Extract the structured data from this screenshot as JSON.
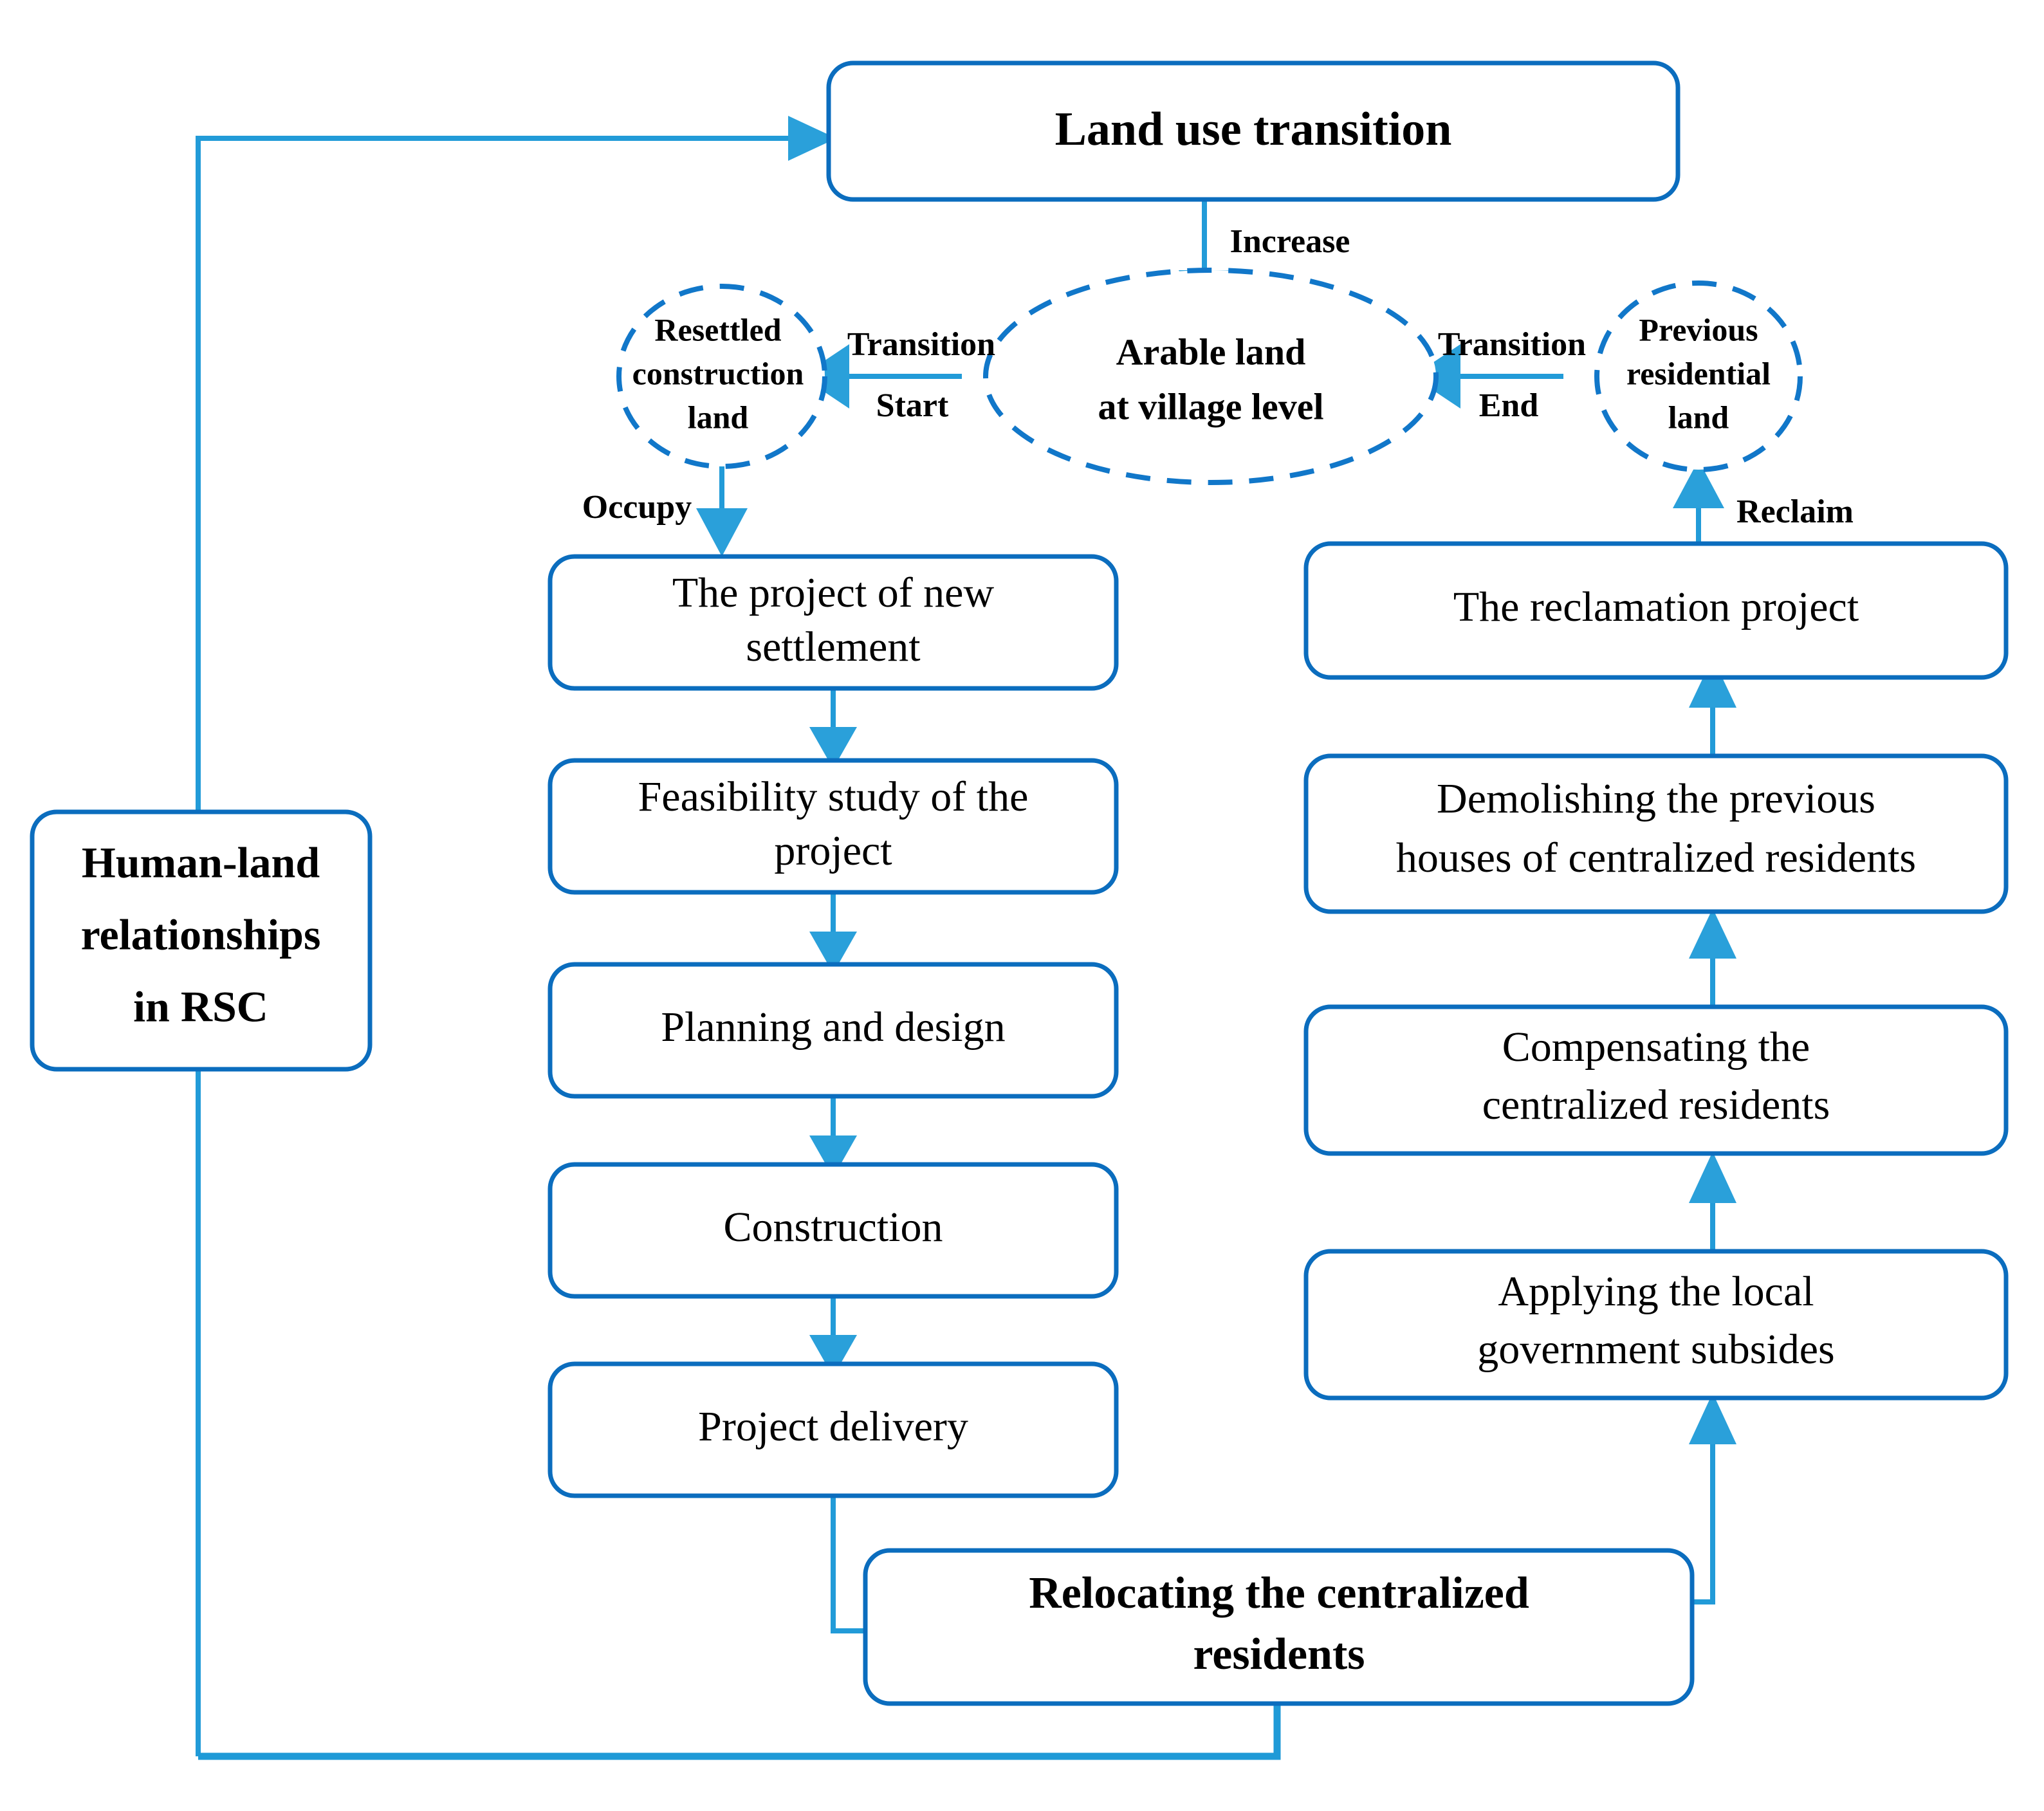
{
  "diagram": {
    "title_node": {
      "label": "Land use transition"
    },
    "side_node": {
      "label_line1": "Human-land",
      "label_line2": "relationships",
      "label_line3": "in RSC"
    },
    "state_nodes": {
      "resettled": {
        "line1": "Resettled",
        "line2": "construction",
        "line3": "land"
      },
      "arable": {
        "line1": "Arable land",
        "line2": "at village level"
      },
      "previous": {
        "line1": "Previous",
        "line2": "residential",
        "line3": "land"
      }
    },
    "edge_labels": {
      "increase": "Increase",
      "transition_start_line1": "Transition",
      "transition_start_line2": "Start",
      "transition_end_line1": "Transition",
      "transition_end_line2": "End",
      "occupy": "Occupy",
      "reclaim": "Reclaim"
    },
    "left_column": [
      {
        "id": "new-settlement",
        "line1": "The project of new",
        "line2": "settlement"
      },
      {
        "id": "feasibility-study",
        "line1": "Feasibility study of the",
        "line2": "project"
      },
      {
        "id": "planning-design",
        "line1": "Planning and design",
        "line2": ""
      },
      {
        "id": "construction",
        "line1": "Construction",
        "line2": ""
      },
      {
        "id": "project-delivery",
        "line1": "Project delivery",
        "line2": ""
      }
    ],
    "right_column": [
      {
        "id": "reclamation-project",
        "line1": "The reclamation project",
        "line2": ""
      },
      {
        "id": "demolishing-houses",
        "line1": "Demolishing the previous",
        "line2": "houses of centralized residents"
      },
      {
        "id": "compensating-residents",
        "line1": "Compensating the",
        "line2": "centralized residents"
      },
      {
        "id": "applying-subsides",
        "line1": "Applying the local",
        "line2": "government subsides"
      }
    ],
    "bottom_node": {
      "line1": "Relocating the centralized",
      "line2": "residents"
    },
    "colors": {
      "box_border": "#0B6DBE",
      "connector": "#229BD8",
      "dashed_border": "#1177C9",
      "text": "#000000",
      "background": "#FFFFFF"
    }
  }
}
